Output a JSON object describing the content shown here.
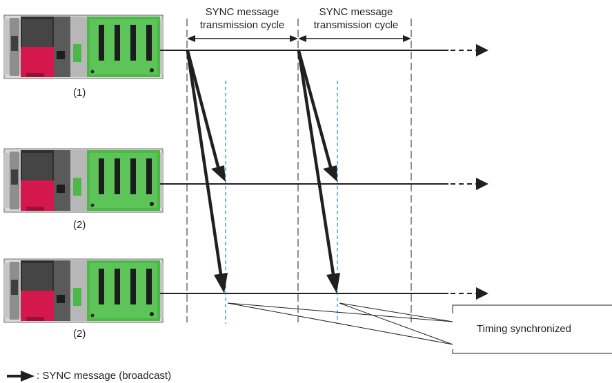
{
  "cycle_labels": [
    {
      "line1": "SYNC message",
      "line2": "transmission cycle"
    },
    {
      "line1": "SYNC message",
      "line2": "transmission cycle"
    }
  ],
  "stations": [
    {
      "label": "(1)"
    },
    {
      "label": "(2)"
    },
    {
      "label": "(2)"
    }
  ],
  "callout": {
    "text": "Timing synchronized"
  },
  "legend": {
    "text": ": SYNC message (broadcast)"
  },
  "colors": {
    "line": "#231f20",
    "sync_marker": "#1e87c8",
    "plc_red": "#d4174c",
    "plc_green": "#4db848",
    "plc_dark": "#3a3a3a",
    "plc_gray": "#9a9a9a"
  }
}
